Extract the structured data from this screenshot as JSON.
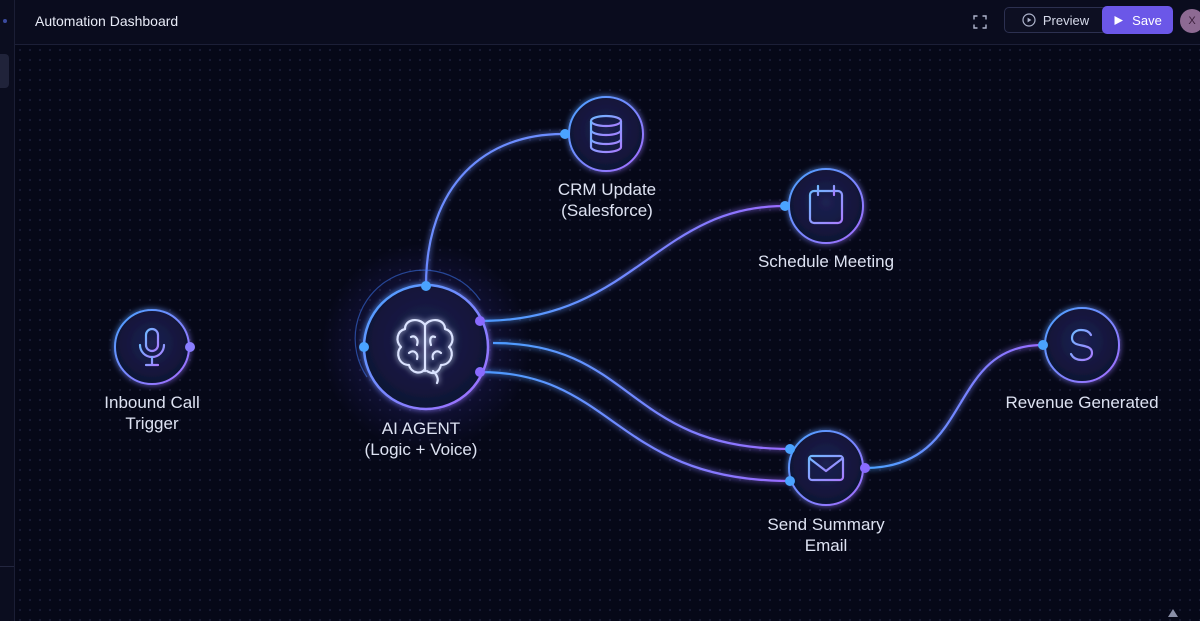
{
  "header": {
    "title": "Automation Dashboard",
    "preview_label": "Preview",
    "save_label": "Save",
    "avatar_initial": "X",
    "accent_color": "#6b57e8"
  },
  "nodes": {
    "trigger": {
      "line1": "Inbound Call",
      "line2": "Trigger",
      "icon": "microphone-icon"
    },
    "agent": {
      "line1": "AI AGENT",
      "line2": "(Logic + Voice)",
      "icon": "brain-icon"
    },
    "crm": {
      "line1": "CRM Update",
      "line2": "(Salesforce)",
      "icon": "database-icon"
    },
    "meeting": {
      "line1": "Schedule Meeting",
      "icon": "calendar-icon"
    },
    "email": {
      "line1": "Send Summary",
      "line2": "Email",
      "icon": "mail-icon"
    },
    "revenue": {
      "line1": "Revenue Generated",
      "icon": "dollar-icon"
    }
  },
  "colors": {
    "background": "#060818",
    "edge_start": "#4aa3ff",
    "edge_end": "#9a6bff",
    "node_fill": "#13163a"
  }
}
